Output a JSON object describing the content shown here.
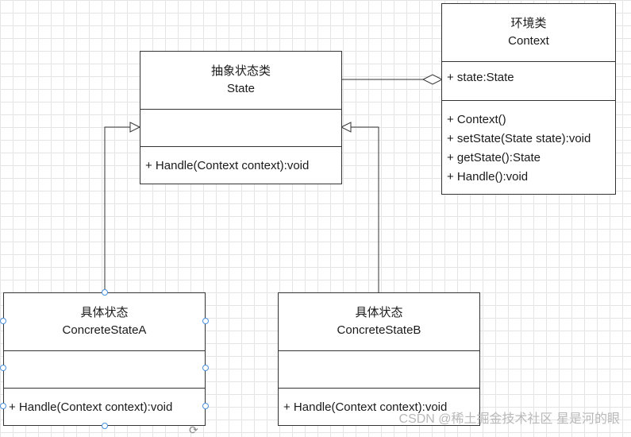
{
  "classes": {
    "context": {
      "stereotype": "环境类",
      "name": "Context",
      "attributes": [
        "+ state:State"
      ],
      "operations": [
        "+ Context()",
        "+ setState(State state):void",
        "+ getState():State",
        "+ Handle():void"
      ]
    },
    "state": {
      "stereotype": "抽象状态类",
      "name": "State",
      "attributes": [],
      "operations": [
        "+ Handle(Context context):void"
      ]
    },
    "concrete_a": {
      "stereotype": "具体状态",
      "name": "ConcreteStateA",
      "attributes": [],
      "operations": [
        "+ Handle(Context context):void"
      ]
    },
    "concrete_b": {
      "stereotype": "具体状态",
      "name": "ConcreteStateB",
      "attributes": [],
      "operations": [
        "+ Handle(Context context):void"
      ]
    }
  },
  "relations": [
    {
      "type": "aggregation",
      "from": "context",
      "to": "state"
    },
    {
      "type": "generalization",
      "from": "concrete_a",
      "to": "state"
    },
    {
      "type": "generalization",
      "from": "concrete_b",
      "to": "state"
    }
  ],
  "watermark": "CSDN @稀土掘金技术社区 星是河的眼",
  "colors": {
    "line": "#333333",
    "grid": "#e4e4e4",
    "selection": "#4a8fd8",
    "watermark": "#b8b8b8"
  }
}
